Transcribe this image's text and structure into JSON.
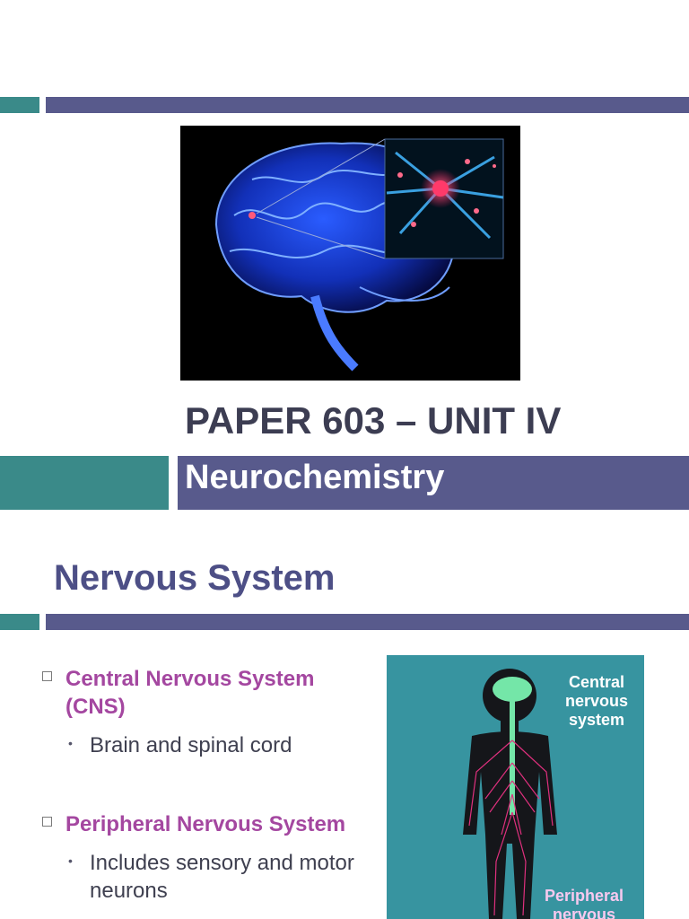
{
  "slide1": {
    "title": "PAPER 603 – UNIT IV",
    "subtitle": "Neurochemistry"
  },
  "slide2": {
    "heading": "Nervous System",
    "bullets": [
      {
        "label": "Central Nervous System (CNS)",
        "sub": "Brain and spinal cord"
      },
      {
        "label": "Peripheral Nervous System",
        "sub": "Includes sensory and motor neurons"
      }
    ],
    "image_labels": {
      "central": "Central nervous system",
      "peripheral": "Peripheral nervous"
    }
  },
  "colors": {
    "teal": "#3a8a89",
    "purple": "#585a8c",
    "heading": "#4d4f86",
    "bullet_label": "#a447a0"
  }
}
